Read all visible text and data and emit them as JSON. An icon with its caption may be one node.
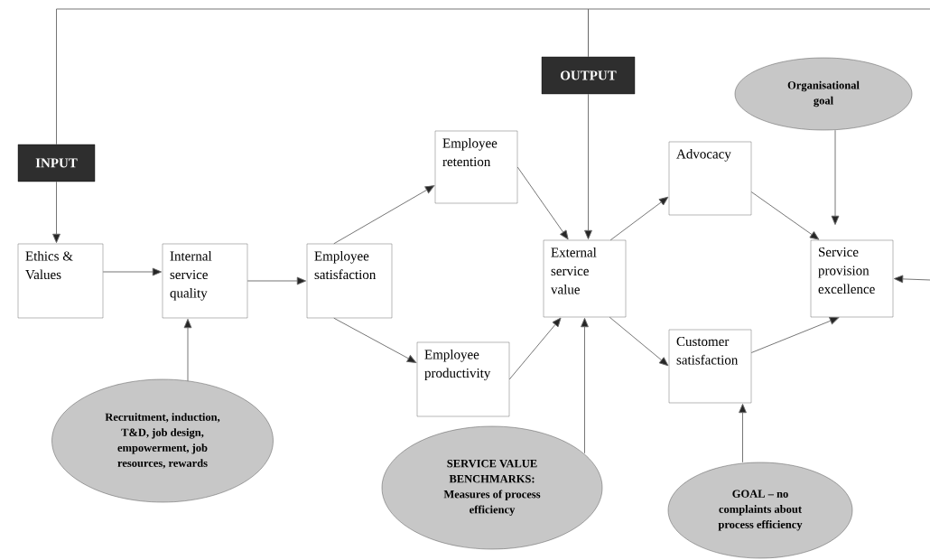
{
  "diagram": {
    "nodes": [
      {
        "text": [
          "INPUT"
        ]
      },
      {
        "text": [
          "OUTPUT"
        ]
      },
      {
        "text": [
          "Organisational goal"
        ]
      },
      {
        "text": [
          "Employee retention"
        ]
      },
      {
        "text": [
          "Advocacy"
        ]
      },
      {
        "text": [
          "Ethics & Values"
        ]
      },
      {
        "text": [
          "Internal service quality"
        ]
      },
      {
        "text": [
          "Employee satisfaction"
        ]
      },
      {
        "text": [
          "External service value"
        ]
      },
      {
        "text": [
          "Service provision excellence"
        ]
      },
      {
        "text": [
          "Employee productivity"
        ]
      },
      {
        "text": [
          "Customer satisfaction"
        ]
      },
      {
        "text": [
          "Recruitment, induction, T&D, job design, empowerment, job resources, rewards"
        ]
      },
      {
        "text": [
          "SERVICE VALUE BENCHMARKS: Measures of process efficiency"
        ]
      },
      {
        "text": [
          "GOAL – no complaints about process efficiency"
        ]
      }
    ],
    "edges": [
      {
        "from": 0,
        "to": 5,
        "arrow": "to"
      },
      {
        "from": 5,
        "to": 6,
        "arrow": "to"
      },
      {
        "from": 6,
        "to": 7,
        "arrow": "to"
      },
      {
        "from": 7,
        "to": 3,
        "arrow": "to"
      },
      {
        "from": 7,
        "to": 10,
        "arrow": "to"
      },
      {
        "from": 3,
        "to": 8,
        "arrow": "to"
      },
      {
        "from": 10,
        "to": 8,
        "arrow": "to"
      },
      {
        "from": 1,
        "to": 8,
        "arrow": "to"
      },
      {
        "from": 13,
        "to": 8,
        "arrow": "to"
      },
      {
        "from": 8,
        "to": 4,
        "arrow": "to"
      },
      {
        "from": 8,
        "to": 11,
        "arrow": "to"
      },
      {
        "from": 4,
        "to": 9,
        "arrow": "to"
      },
      {
        "from": 11,
        "to": 9,
        "arrow": "to"
      },
      {
        "from": 2,
        "to": 9,
        "arrow": "to"
      },
      {
        "from": 12,
        "to": 6,
        "arrow": "to"
      },
      {
        "from": 14,
        "to": 11,
        "arrow": "to"
      },
      {
        "from": 0,
        "to": 1,
        "arrow": "none"
      },
      {
        "from": null,
        "to": 1,
        "arrow": "none"
      },
      {
        "from": null,
        "to": 9,
        "arrow": "to"
      }
    ]
  }
}
